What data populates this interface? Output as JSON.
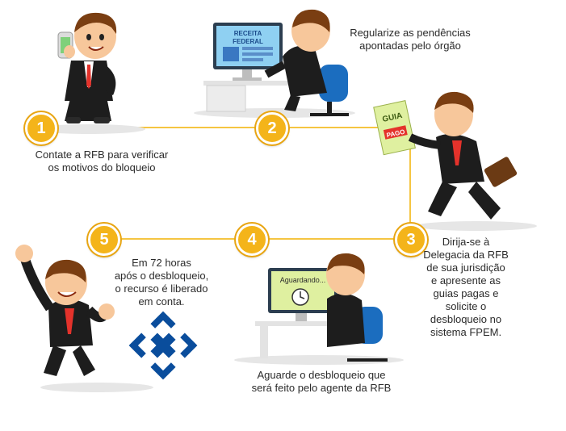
{
  "steps": [
    {
      "number": "1",
      "lines": [
        "Contate a RFB para verificar",
        "os motivos do bloqueio"
      ]
    },
    {
      "number": "2",
      "lines": [
        "Regularize as pendências",
        "apontadas pelo órgão"
      ]
    },
    {
      "number": "3",
      "lines": [
        "Dirija-se à",
        "Delegacia da RFB",
        "de sua jurisdição",
        "e apresente as",
        "guias pagas e",
        "solicite o",
        "desbloqueio no",
        "sistema FPEM."
      ]
    },
    {
      "number": "4",
      "lines": [
        "Aguarde o desbloqueio que",
        "será feito pelo agente da RFB"
      ]
    },
    {
      "number": "5",
      "lines": [
        "Em 72 horas",
        "após o desbloqueio,",
        "o recurso é liberado",
        "em conta."
      ]
    }
  ],
  "monitor_screen": {
    "line1": "RECEITA",
    "line2": "FEDERAL"
  },
  "document_sign": {
    "top": "GUIA",
    "stamp": "PAGO"
  },
  "waiting_screen": {
    "text": "Aguardando..."
  },
  "colors": {
    "accent": "#f4b41a",
    "connector": "#f5c542",
    "suit": "#1d1d1d",
    "tie": "#e4322b",
    "skin": "#f7c79b",
    "hair": "#7a3e12",
    "bank_blue": "#0a4d9c"
  },
  "icons": [
    "phone-icon",
    "computer-icon",
    "office-chair-icon",
    "briefcase-icon",
    "clock-icon",
    "bank-logo-icon"
  ]
}
